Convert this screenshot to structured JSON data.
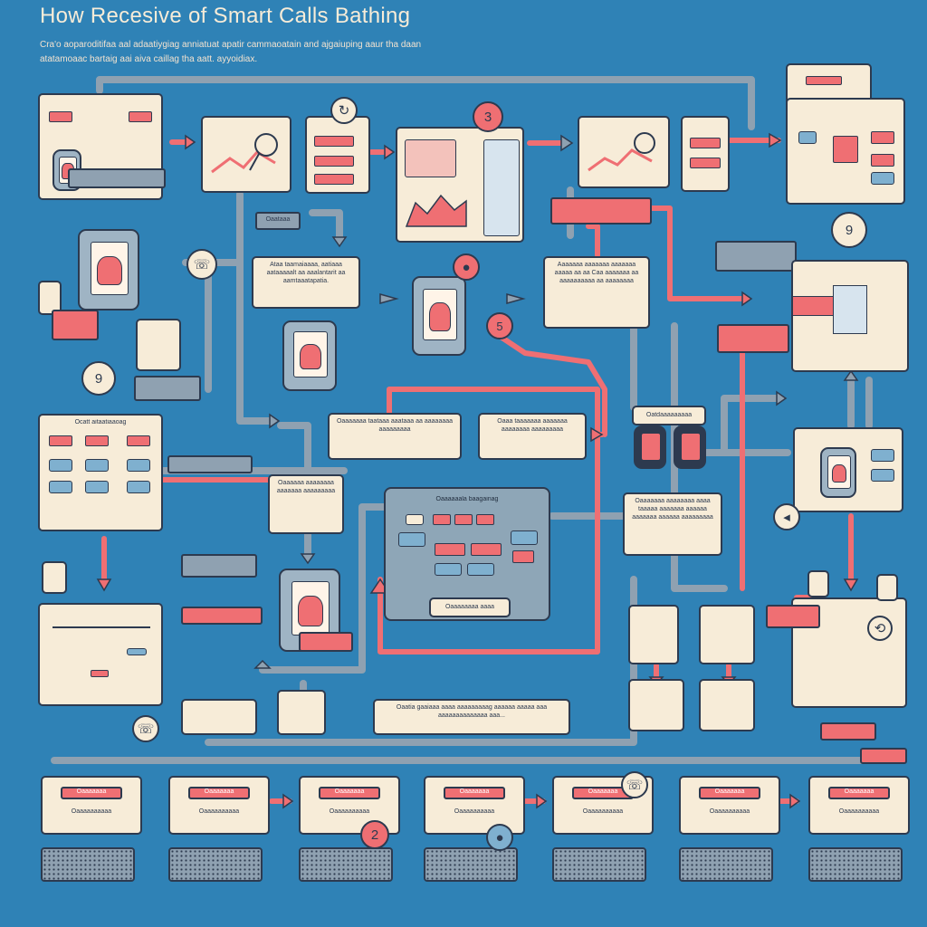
{
  "header": {
    "title": "How Recesive of Smart Calls Bathing",
    "subtitle_1": "Cra'o aoparoditifaa aal adaatiygiag anniatuat apatir cammaoatain and ajgaiuping aaur tha daan",
    "subtitle_2": "atatamoaac bartaig aai aiva caillag tha aatt. ayyoidiax."
  },
  "badges": {
    "top_3": "3",
    "right_9": "9",
    "left_9": "9",
    "red_5": "5",
    "bottom_2": "2"
  },
  "labels": {
    "box_services": "Oaataaa",
    "note_center": "Ataa taamaiaaaa, aatiaaa aataaaaalt aa aaalantarit aa aamtaaatapatia.",
    "note_right_top": "Aaaaaaa aaaaaaa aaaaaaa aaaaa aa aa Caa aaaaaaa aa aaaaaaaaaa aa aaaaaaaa",
    "left_panel_header": "Ocatt aitaatiaaoag",
    "mid_flow_1": "Oaaaaaaa taataaa aaataaa aa aaaaaaaa aaaaaaaaa",
    "mid_flow_2": "Oaaa taaaaaaa aaaaaaa aaaaaaaa aaaaaaaaa",
    "center_panel_title": "Oaaaaaala baagainag",
    "center_panel_btn": "Oaaaaaaaa aaaa",
    "right_pair_label": "Oatdaaaaaaaaa",
    "right_note": "Oaaaaaaa aaaaaaaa aaaa taaaaa aaaaaaa aaaaaa aaaaaaa aaaaaa aaaaaaaaa",
    "small_note_left": "Oaaaaaa aaaaaaaa aaaaaaa aaaaaaaaa",
    "bottom_note": "Oaatia gaaiaaa aaaa aaaaaaaaag aaaaaa aaaaa aaa aaaaaaaaaaaaaa aaa..."
  },
  "bottom_row": [
    {
      "line1": "Oaaaaaaa",
      "line2": "Oaaaaaaaaaa"
    },
    {
      "line1": "Oaaaaaaa",
      "line2": "Oaaaaaaaaaa"
    },
    {
      "line1": "Oaaaaaaa",
      "line2": "Oaaaaaaaaaa"
    },
    {
      "line1": "Oaaaaaaa",
      "line2": "Oaaaaaaaaaa"
    },
    {
      "line1": "Oaaaaaaa",
      "line2": "Oaaaaaaaaaa"
    },
    {
      "line1": "Oaaaaaaa",
      "line2": "Oaaaaaaaaaa"
    },
    {
      "line1": "Oaaaaaaa",
      "line2": "Oaaaaaaaaaa"
    }
  ],
  "colors": {
    "background": "#2f82b6",
    "card": "#f7ecd8",
    "accent_red": "#ef6f73",
    "outline": "#2d3a4f",
    "connector_gray": "#8fa1b1"
  }
}
